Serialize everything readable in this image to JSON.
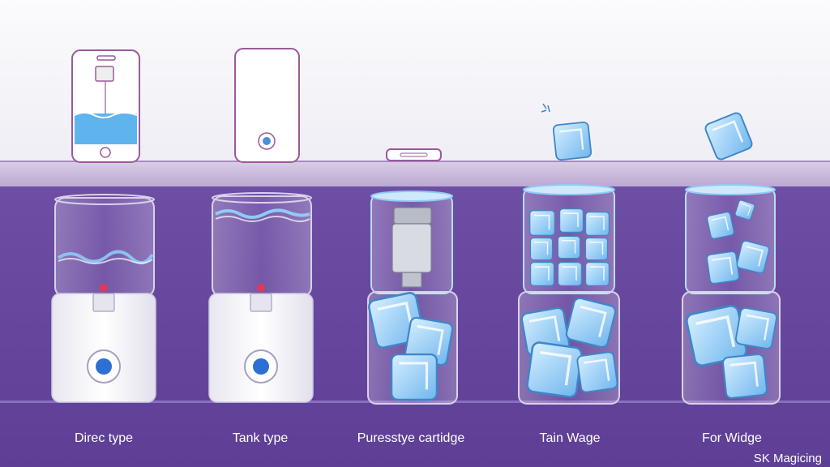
{
  "labels": [
    "Direc type",
    "Tank type",
    "Puresstye cartidge",
    "Tain Wage",
    "For Widge"
  ],
  "brand": "SK Magicing",
  "colors": {
    "purple": "#6b4aa3",
    "water": "#5fb4ee",
    "ice": "#a9d8f7",
    "outline": "#8f3f8f"
  }
}
